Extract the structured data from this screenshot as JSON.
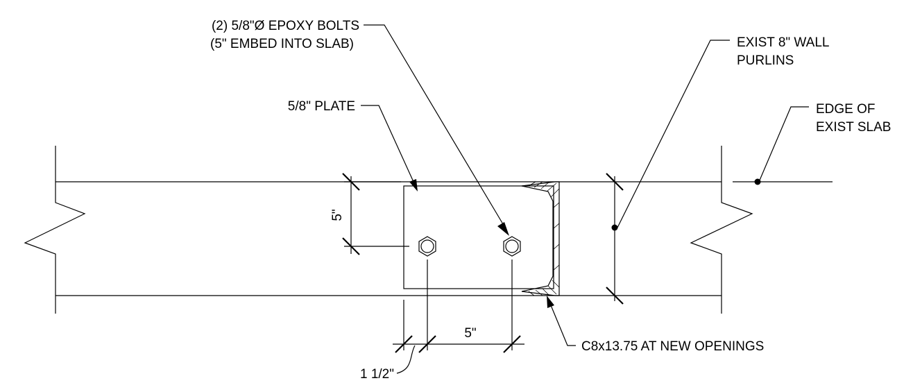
{
  "labels": {
    "epoxy_bolts_line1": "(2) 5/8\"Ø EPOXY BOLTS",
    "epoxy_bolts_line2": "(5\" EMBED INTO SLAB)",
    "plate": "5/8\" PLATE",
    "wall_purlins_line1": "EXIST 8\" WALL",
    "wall_purlins_line2": "PURLINS",
    "slab_edge_line1": "EDGE OF",
    "slab_edge_line2": "EXIST SLAB",
    "channel": "C8x13.75 AT NEW OPENINGS"
  },
  "dimensions": {
    "vertical_spacing": "5\"",
    "horizontal_spacing": "5\"",
    "edge_distance": "1 1/2\""
  }
}
